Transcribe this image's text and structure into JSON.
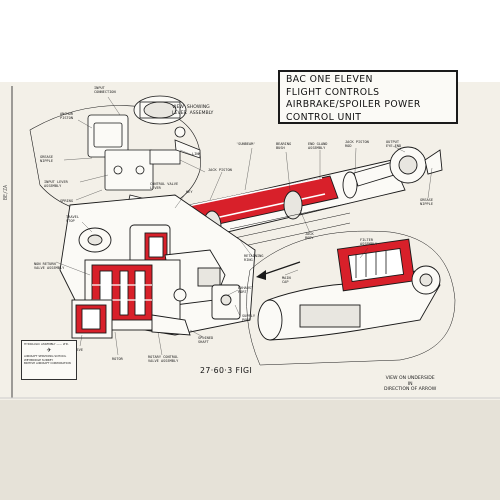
{
  "title": {
    "lines": [
      "BAC ONE ELEVEN",
      "FLIGHT CONTROLS",
      "AIRBRAKE/SPOILER  POWER",
      "CONTROL UNIT"
    ]
  },
  "figure_label": "27·60·3 FIGI",
  "side_code": "BE/ZA",
  "view_lever": "VIEW  SHOWING\nLEVER  ASSEMBLY",
  "view_underside": "VIEW ON UNDERSIDE\nIN\nDIRECTION OF ARROW",
  "maker": {
    "line1": "HYDRAULIC  ASSEMBLY  ——  LTD.",
    "line2": "AIRCRAFT  SERVICING  SCHOOL",
    "line3": "WEYBRIDGE  SURREY",
    "line4": "BRITISH  AIRCRAFT  CORPORATION"
  },
  "callouts": {
    "input_connection": "INPUT\nCONNECTION",
    "anchor_piston": "ANCHOR\nPISTON",
    "grease_nipple_left": "GREASE\nNIPPLE",
    "input_lever": "INPUT LEVER\nASSEMBLY",
    "spring": "SPRING",
    "link": "LINK",
    "control_valve_lever": "CONTROL VALVE\nLEVER",
    "travel_stop": "TRAVEL\nSTOP",
    "key": "KEY",
    "jack_piston": "JACK PISTON",
    "sunbeam": "'SUNBEAM'",
    "bearing_bush": "BEARING\nBUSH",
    "end_gland": "END GLAND\nASSEMBLY",
    "jack_piston_rod": "JACK PISTON\nROD",
    "output_eye_end": "OUTPUT\nEYE END",
    "grease_nipple_right": "GREASE\nNIPPLE",
    "jack_body": "JACK\nBODY",
    "retaining_ring": "RETAINING\nRING",
    "non_return_valve": "NON RETURN\nVALVE ASSEMBLY",
    "exhaust_port": "EXHAUST\nPORT",
    "supply_port": "SUPPLY\nPORT",
    "filter_assembly": "FILTER\nASSEMBLY",
    "main_cap": "MAIN\nCAP",
    "sleeve": "SLEEVE",
    "rotor": "ROTOR",
    "rotary_control": "ROTARY CONTROL\nVALVE ASSEMBLY",
    "spline_shaft": "SPLINED\nSHAFT"
  },
  "colors": {
    "section_red": "#d8202a",
    "ink": "#1a1a1a",
    "paper": "#f3f0e8"
  }
}
